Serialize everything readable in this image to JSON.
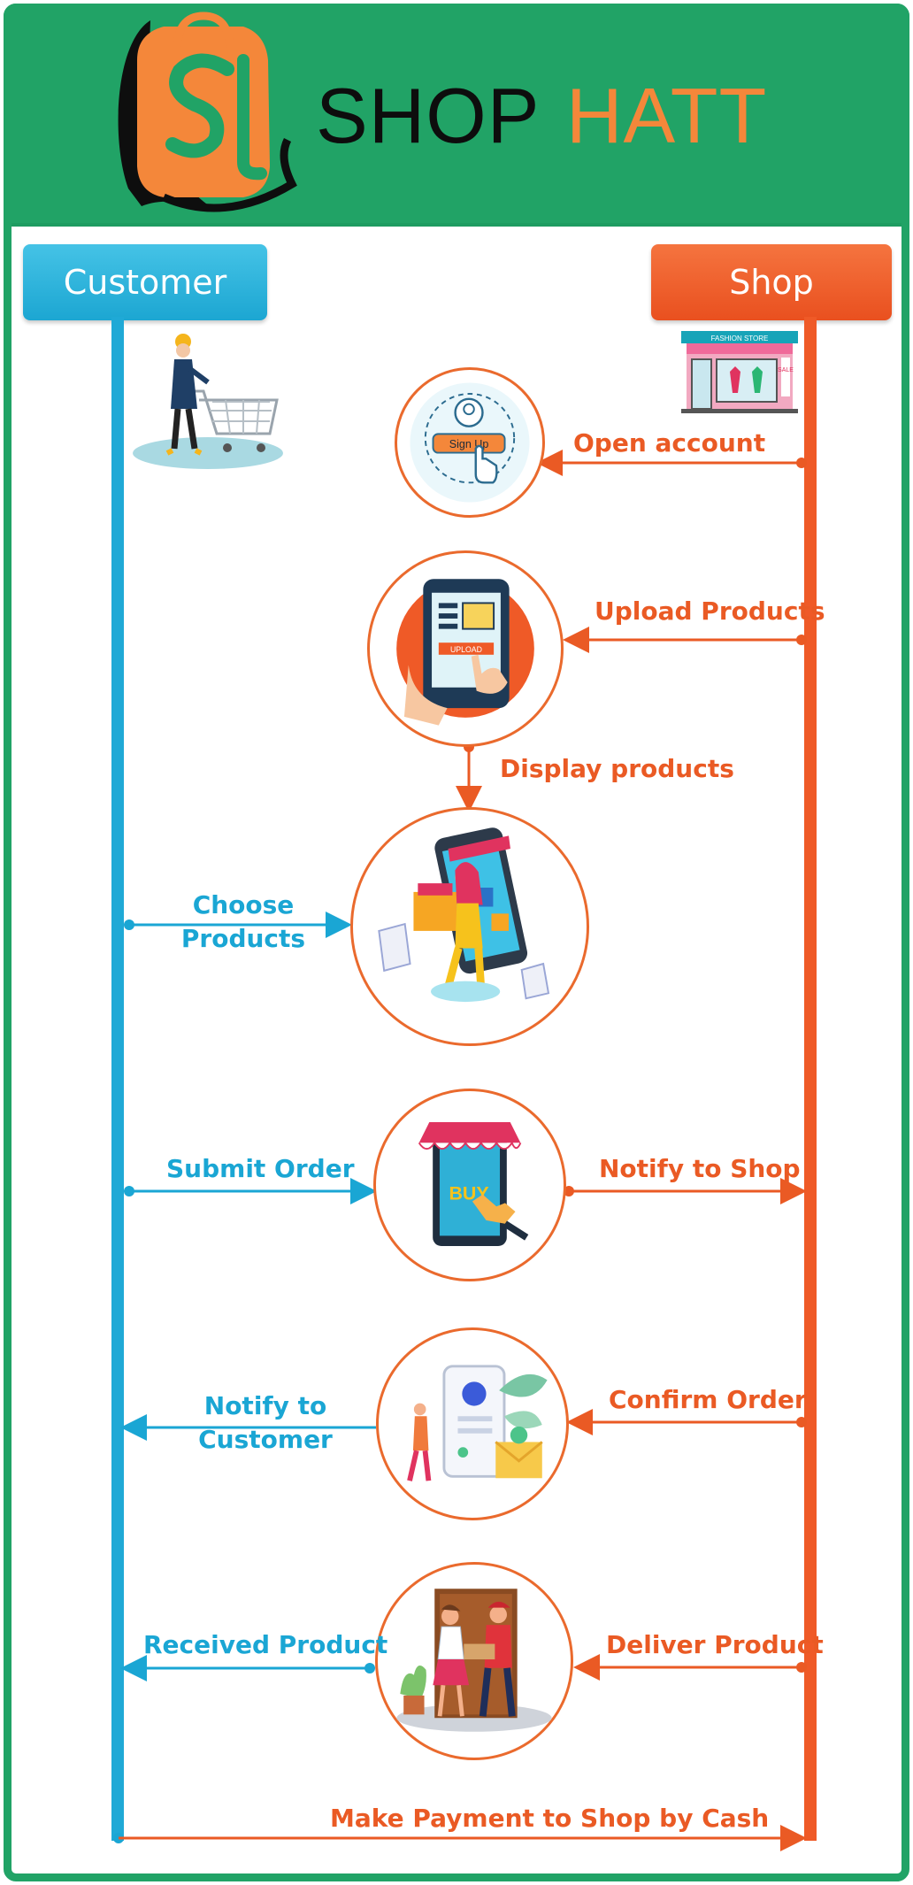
{
  "brand": {
    "word1": "SHOP",
    "word2": "HATT",
    "accent_color": "#f4873a",
    "header_color": "#21a366"
  },
  "lanes": {
    "customer": {
      "label": "Customer",
      "color": "#1fa9d6"
    },
    "shop": {
      "label": "Shop",
      "color": "#ef5a27"
    }
  },
  "illustrations": {
    "customer_figure": "woman-with-shopping-cart",
    "shop_figure": "fashion-store",
    "store_sign": "FASHION STORE",
    "store_side_sign": "SALE"
  },
  "steps": {
    "open_account": {
      "label": "Open account",
      "icon": "sign-up-icon",
      "icon_text": "Sign Up"
    },
    "upload_products": {
      "label": "Upload Products",
      "icon": "tablet-upload-icon",
      "icon_text": "UPLOAD"
    },
    "display_products": {
      "label": "Display products"
    },
    "choose_products": {
      "line1": "Choose",
      "line2": "Products",
      "icon": "online-shopping-icon"
    },
    "submit_order": {
      "label": "Submit Order",
      "icon": "buy-store-icon",
      "icon_text": "BUY"
    },
    "notify_shop": {
      "label": "Notify to Shop"
    },
    "confirm_order": {
      "label": "Confirm Order",
      "icon": "order-confirmation-icon"
    },
    "notify_customer": {
      "line1": "Notify to",
      "line2": "Customer"
    },
    "deliver_product": {
      "label": "Deliver Product",
      "icon": "delivery-icon"
    },
    "received_product": {
      "label": "Received Product"
    },
    "make_payment": {
      "label": "Make Payment to Shop by Cash"
    }
  }
}
